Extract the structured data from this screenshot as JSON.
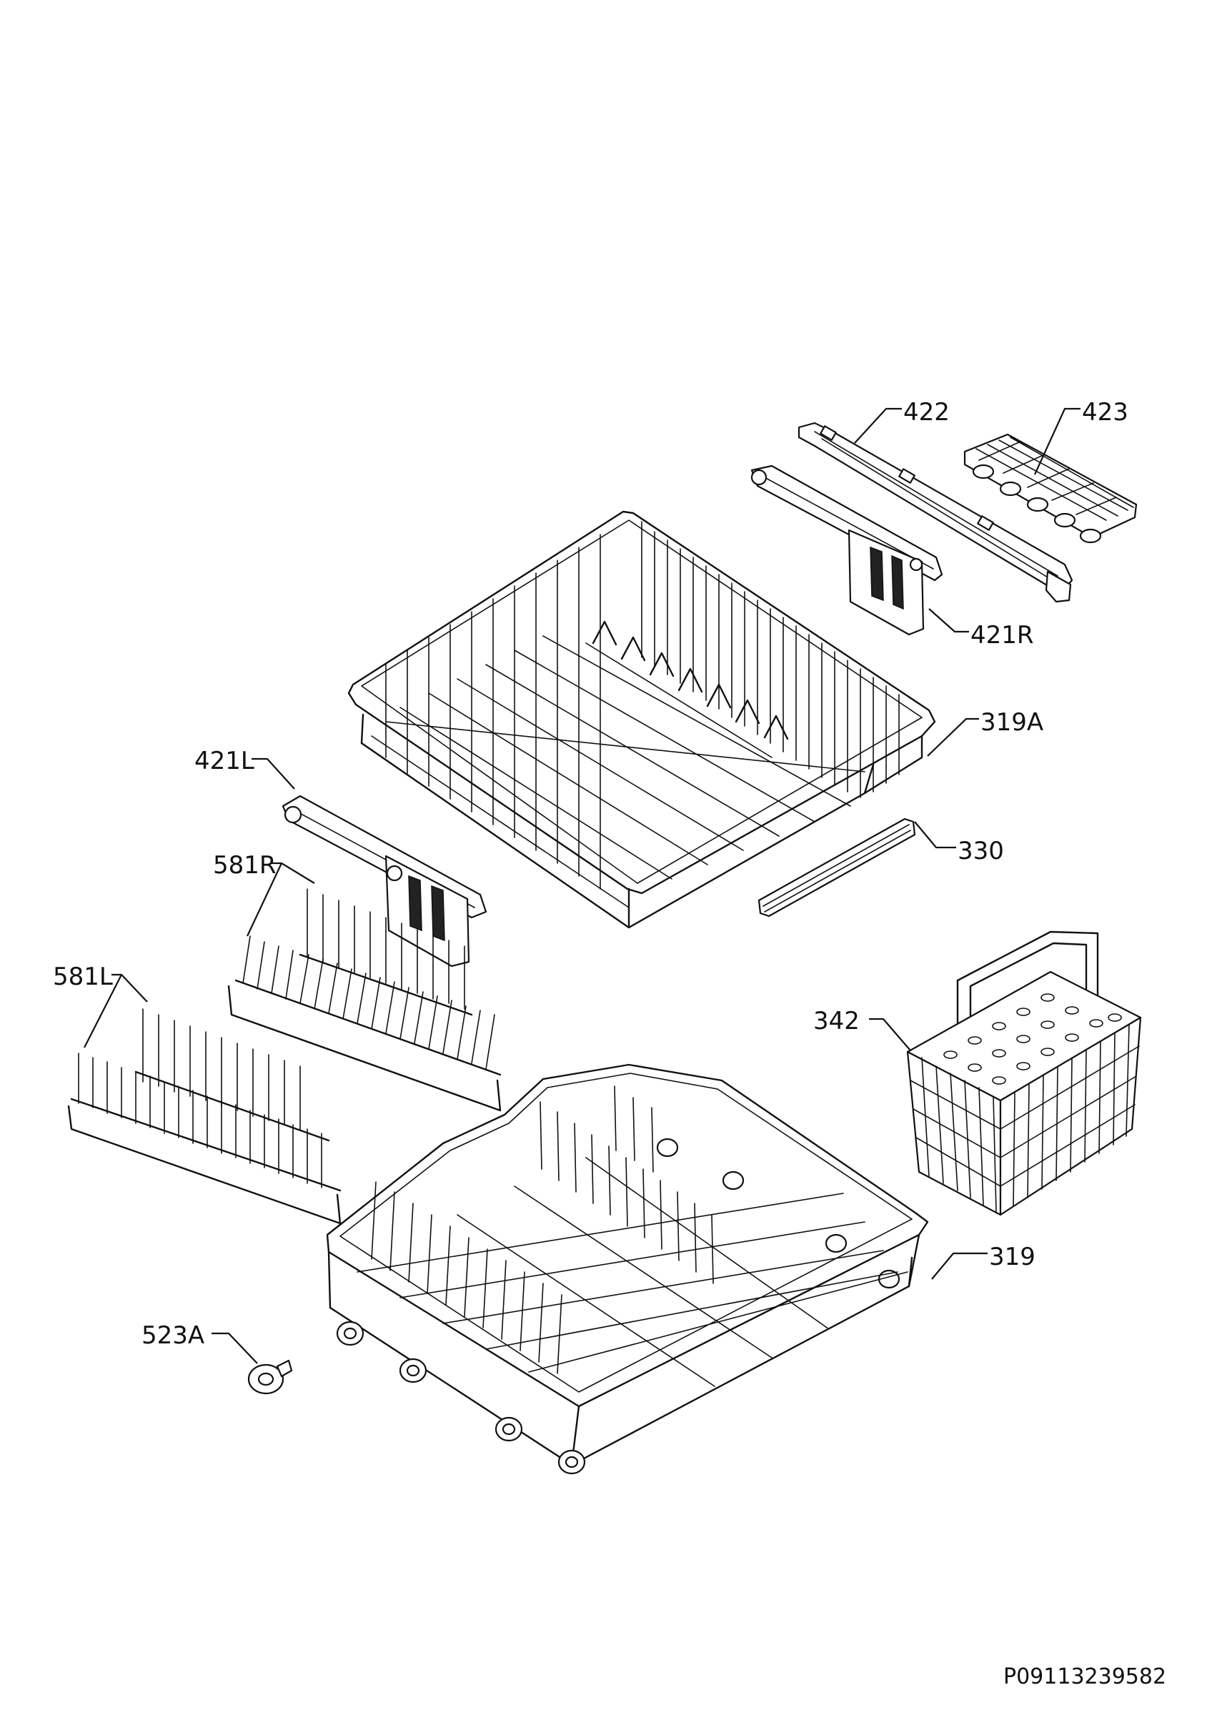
{
  "diagram": {
    "type": "exploded-parts-view",
    "document_code": "P09113239582",
    "parts": [
      {
        "id": "422",
        "label": "422"
      },
      {
        "id": "423",
        "label": "423"
      },
      {
        "id": "421R",
        "label": "421R"
      },
      {
        "id": "319A",
        "label": "319A"
      },
      {
        "id": "421L",
        "label": "421L"
      },
      {
        "id": "330",
        "label": "330"
      },
      {
        "id": "581R",
        "label": "581R"
      },
      {
        "id": "581L",
        "label": "581L"
      },
      {
        "id": "342",
        "label": "342"
      },
      {
        "id": "319",
        "label": "319"
      },
      {
        "id": "523A",
        "label": "523A"
      }
    ]
  }
}
